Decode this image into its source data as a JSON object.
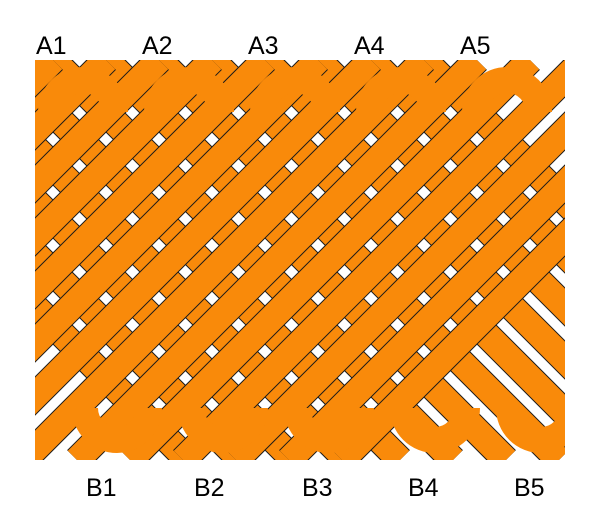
{
  "top_labels": [
    "A1",
    "A2",
    "A3",
    "A4",
    "A5"
  ],
  "bottom_labels": [
    "B1",
    "B2",
    "B3",
    "B4",
    "B5"
  ],
  "colors": {
    "strand": "#f98a0a",
    "strand_light": "#fde3c2",
    "outline": "#1a1a1a",
    "background": "#ffffff",
    "text": "#000000"
  }
}
